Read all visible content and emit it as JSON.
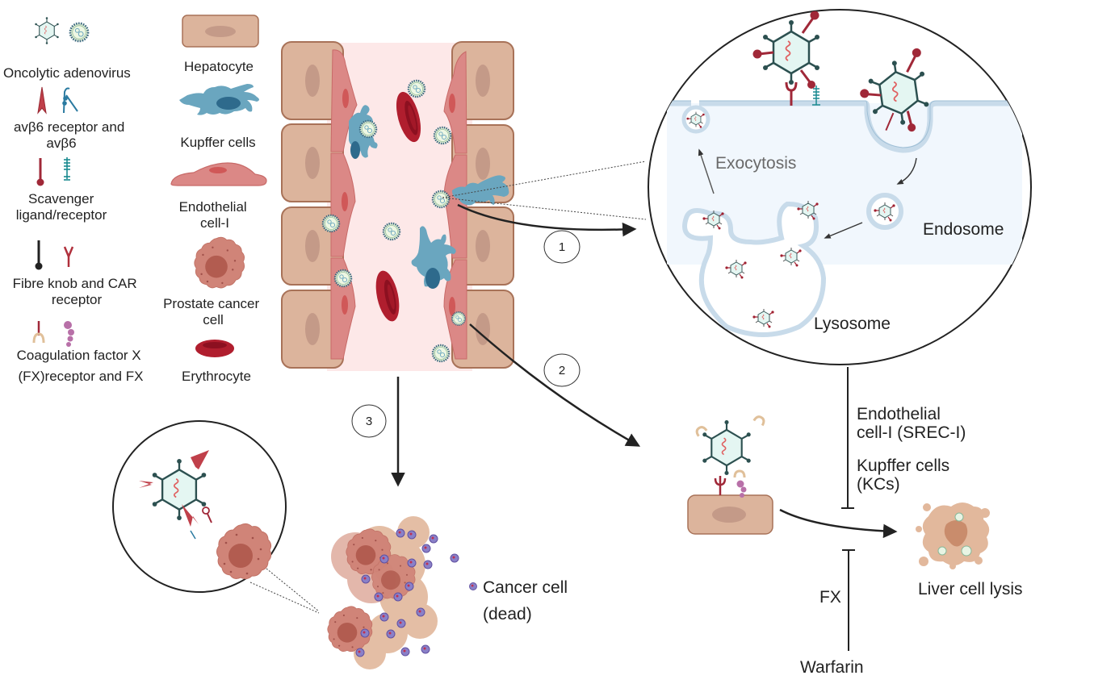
{
  "legend": {
    "left": [
      {
        "id": "oncolytic-adenovirus",
        "lines": [
          "Oncolytic adenovirus"
        ]
      },
      {
        "id": "avb6",
        "lines": [
          "avβ6 receptor and",
          "avβ6"
        ]
      },
      {
        "id": "scavenger",
        "lines": [
          "Scavenger",
          "ligand/receptor"
        ]
      },
      {
        "id": "fibre-knob",
        "lines": [
          "Fibre knob and CAR",
          "receptor"
        ]
      },
      {
        "id": "coagulation",
        "lines": [
          "Coagulation factor X",
          "(FX)receptor  and FX"
        ]
      }
    ],
    "right": [
      {
        "id": "hepatocyte",
        "lines": [
          "Hepatocyte"
        ]
      },
      {
        "id": "kupffer",
        "lines": [
          "Kupffer cells"
        ]
      },
      {
        "id": "endothelial",
        "lines": [
          "Endothelial",
          "cell-I"
        ]
      },
      {
        "id": "prostate",
        "lines": [
          "Prostate cancer",
          "cell"
        ]
      },
      {
        "id": "erythrocyte",
        "lines": [
          "Erythrocyte"
        ]
      }
    ]
  },
  "steps": {
    "one": "1",
    "two": "2",
    "three": "3"
  },
  "zoom_cell": {
    "exocytosis": "Exocytosis",
    "endosome": "Endosome",
    "lysosome": "Lysosome"
  },
  "pathway": {
    "inhibitors_top": [
      "Endothelial",
      "cell-I (SREC-I)",
      "Kupffer cells",
      "(KCs)"
    ],
    "fx": "FX",
    "warfarin": "Warfarin",
    "outcome": "Liver cell lysis"
  },
  "cancer": {
    "label": [
      "Cancer cell",
      "(dead)"
    ]
  },
  "colors": {
    "hepatocyte": "#dcb49c",
    "hepatocyte_nucleus": "#c49a88",
    "endothelial": "#db8886",
    "endothelial_nucleus": "#d05858",
    "kupffer": "#6aa6bf",
    "kupffer_nucleus": "#2e6a8c",
    "erythrocyte": "#b01e2e",
    "vessel_lumen": "#fde8e8",
    "capsid_fill": "#e4f6f2",
    "capsid_stroke": "#2c5050",
    "membrane": "#c8dbea",
    "cytoplasm": "#f1f7fd",
    "cancer_cell": "#d08478",
    "cancer_nucleus": "#b25c50"
  }
}
